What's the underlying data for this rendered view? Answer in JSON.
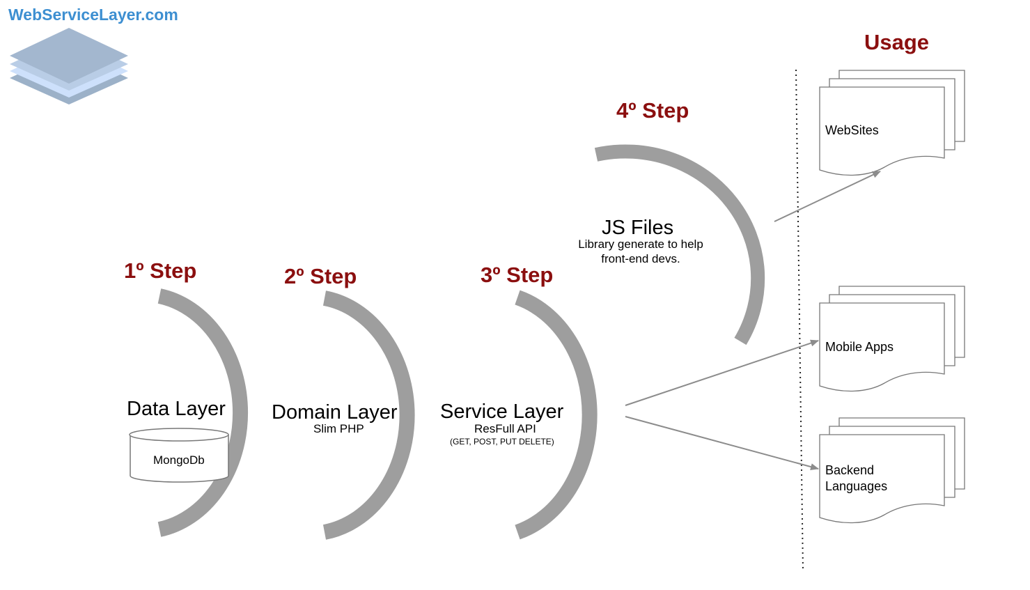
{
  "brand": {
    "title": "WebServiceLayer.com",
    "logo_icon": "stacked-layers-icon"
  },
  "colors": {
    "step_heading": "#8b0f0f",
    "brand": "#3d8fd1",
    "arc": "#9e9e9e",
    "arrow": "#8c8c8c",
    "layer_top": "#a3b7cf",
    "layer_mid": "#cde0fb",
    "layer_base": "#9cb1c8"
  },
  "steps": [
    {
      "heading": "1º Step",
      "title": "Data Layer",
      "subtitle": "",
      "detail": "",
      "database": "MongoDb"
    },
    {
      "heading": "2º Step",
      "title": "Domain Layer",
      "subtitle": "Slim PHP",
      "detail": ""
    },
    {
      "heading": "3º Step",
      "title": "Service Layer",
      "subtitle": "ResFull API",
      "detail": "(GET, POST, PUT DELETE)"
    },
    {
      "heading": "4º Step",
      "title": "JS Files",
      "subtitle": "Library generate to help front-end devs.",
      "detail": ""
    }
  ],
  "usage": {
    "title": "Usage",
    "items": [
      {
        "label": "WebSites"
      },
      {
        "label": "Mobile Apps"
      },
      {
        "label": "Backend Languages"
      }
    ]
  }
}
